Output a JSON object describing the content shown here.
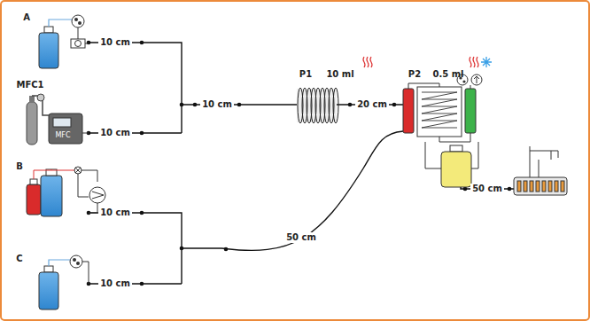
{
  "diagram": {
    "labels": [
      "A",
      "MFC1",
      "10 cm",
      "10 cm",
      "MFC",
      "P1",
      "10 ml",
      "10 cm",
      "20 cm",
      "P2",
      "0.5 ml",
      "B",
      "C",
      "10 cm",
      "10 cm",
      "50 cm",
      "50 cm"
    ]
  }
}
